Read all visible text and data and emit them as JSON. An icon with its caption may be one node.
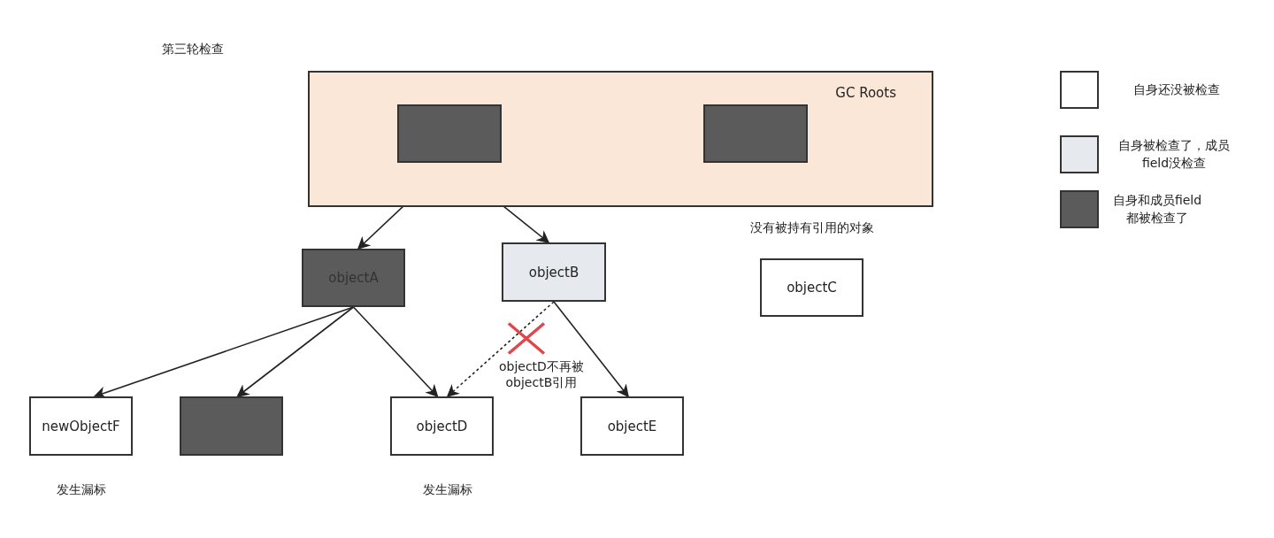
{
  "diagram": {
    "nodes": [
      {
        "text": [
          "GC Roots"
        ]
      },
      {
        "text": [],
        "shape": "box",
        "in": 0
      },
      {
        "text": [],
        "shape": "box",
        "in": 0
      },
      {
        "text": [
          "objectA"
        ]
      },
      {
        "text": [
          "objectB"
        ]
      },
      {
        "text": [
          "objectC"
        ],
        "beside": [
          "没有被持有引用的对象"
        ]
      },
      {
        "text": [
          "newObjectF"
        ],
        "beside": [
          "发生漏标"
        ]
      },
      {
        "text": [],
        "shape": "box"
      },
      {
        "text": [
          "objectD"
        ],
        "beside": [
          "发生漏标"
        ]
      },
      {
        "text": [
          "objectE"
        ]
      }
    ],
    "edges": [
      {
        "from": 1,
        "to": 3,
        "arrow": "to"
      },
      {
        "from": 1,
        "to": 4,
        "arrow": "to"
      },
      {
        "from": 3,
        "to": 6,
        "arrow": "to"
      },
      {
        "from": 3,
        "to": 7,
        "arrow": "to"
      },
      {
        "from": 3,
        "to": 8,
        "arrow": "to"
      },
      {
        "from": 4,
        "to": 8,
        "arrow": "to",
        "style": "dashed",
        "label": "objectD不再被objectB引用"
      },
      {
        "from": 4,
        "to": 9,
        "arrow": "to"
      }
    ],
    "labels": [
      "第三轮检查"
    ],
    "legend": [
      {
        "text": "自身还没被检查",
        "color": "#ffffff"
      },
      {
        "text": "自身被检查了，成员field没检查",
        "color": "#e6eaee"
      },
      {
        "text": "自身和成员field都被检查了",
        "color": "#5b5b5b"
      }
    ]
  }
}
